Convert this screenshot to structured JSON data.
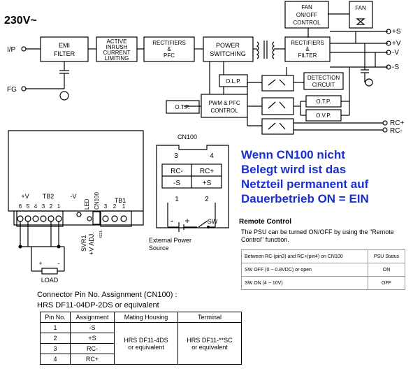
{
  "block_diagram": {
    "input_voltage": "230V~",
    "labels": {
      "ip": "I/P",
      "fg": "FG",
      "out_plus_s": "+S",
      "out_plus_v": "+V",
      "out_minus_v": "-V",
      "out_minus_s": "-S",
      "rc_plus": "RC+",
      "rc_minus": "RC-"
    },
    "blocks": {
      "emi_filter": [
        "EMI",
        "FILTER"
      ],
      "inrush": [
        "ACTIVE",
        "INRUSH",
        "CURRENT",
        "LIMITING"
      ],
      "rectifiers_pfc": [
        "RECTIFIERS",
        "&",
        "PFC"
      ],
      "power_switching": [
        "POWER",
        "SWITCHING"
      ],
      "rectifiers_filter": [
        "RECTIFIERS",
        "&",
        "FILTER"
      ],
      "fan_control": [
        "FAN",
        "ON/OFF",
        "CONTROL"
      ],
      "fan": "FAN",
      "olp": "O.L.P.",
      "otp_left": "O.T.P.",
      "pwm_pfc": [
        "PWM & PFC",
        "CONTROL"
      ],
      "detection": [
        "DETECTION",
        "CIRCUIT"
      ],
      "otp_right": "O.T.P.",
      "ovp": "O.V.P."
    }
  },
  "terminal_panel": {
    "tb2_label": "TB2",
    "tb1_label": "TB1",
    "plus_v": "+V",
    "minus_v": "-V",
    "led": "LED",
    "cn100": "CN100",
    "tb2_pins": [
      "6",
      "5",
      "4",
      "3",
      "2",
      "1"
    ],
    "cn_pins": "4321",
    "tb1_pins": [
      "3",
      "2",
      "1"
    ],
    "svr1_line1": "SVR1",
    "svr1_line2": "+V ADJ.",
    "load": "LOAD",
    "load_plus": "+",
    "load_minus": "-"
  },
  "cn100_connector": {
    "title": "CN100",
    "pin3": "3",
    "pin4": "4",
    "rc_minus": "RC-",
    "rc_plus": "RC+",
    "minus_s": "-S",
    "plus_s": "+S",
    "num1": "1",
    "num2": "2",
    "sw": "SW",
    "minus": "-",
    "plus": "+",
    "ext_power_line1": "External Power",
    "ext_power_line2": "Source"
  },
  "annotation": {
    "lines": [
      "Wenn CN100 nicht",
      "Belegt wird ist das",
      "Netzteil permanent auf",
      "Dauerbetrieb ON = EIN"
    ],
    "color": "#1a2fd0"
  },
  "remote_control": {
    "title": "Remote Control",
    "description": "The PSU can be turned ON/OFF by using the \"Remote Control\" function.",
    "header_condition": "Between RC-(pin3) and RC+(pin4) on CN100",
    "header_status": "PSU Status",
    "rows": [
      {
        "condition": "SW OFF (0 ~ 0.8VDC) or open",
        "status": "ON"
      },
      {
        "condition": "SW ON (4 ~ 10V)",
        "status": "OFF"
      }
    ]
  },
  "connector_assignment": {
    "title_line1": "Connector Pin No. Assignment (CN100) :",
    "title_line2": "HRS DF11-04DP-2DS or equivalent",
    "headers": [
      "Pin No.",
      "Assignment",
      "Mating Housing",
      "Terminal"
    ],
    "rows": [
      {
        "pin": "1",
        "assignment": "-S"
      },
      {
        "pin": "2",
        "assignment": "+S"
      },
      {
        "pin": "3",
        "assignment": "RC-"
      },
      {
        "pin": "4",
        "assignment": "RC+"
      }
    ],
    "mating_housing": [
      "HRS DF11-4DS",
      "or equivalent"
    ],
    "terminal": [
      "HRS DF11-**SC",
      "or equivalent"
    ]
  }
}
